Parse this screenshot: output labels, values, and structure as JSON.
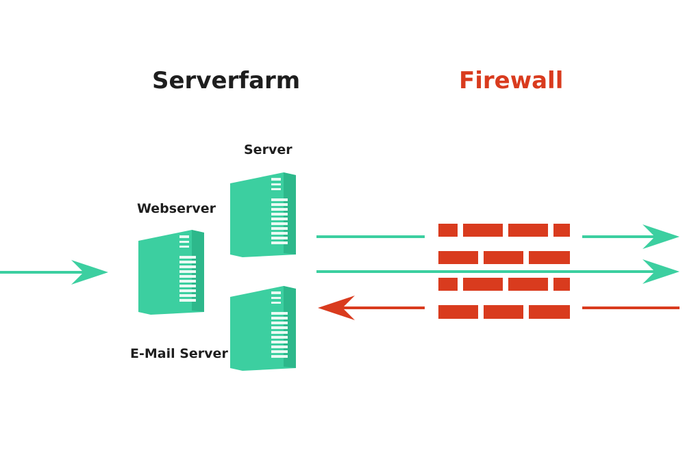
{
  "headings": {
    "serverfarm": "Serverfarm",
    "firewall": "Firewall"
  },
  "nodes": {
    "server": "Server",
    "webserver": "Webserver",
    "email_server": "E-Mail Server"
  },
  "colors": {
    "server": "#3ccfa0",
    "server_dark": "#2db88b",
    "server_slot": "#eafaf4",
    "arrow_green": "#3ccfa0",
    "arrow_red": "#d93b1e",
    "brick": "#d93b1e",
    "heading_dark": "#1e1e1e",
    "heading_red": "#d93b1e"
  },
  "icons": {
    "server": "server-tower-icon",
    "firewall": "brick-wall-icon"
  }
}
